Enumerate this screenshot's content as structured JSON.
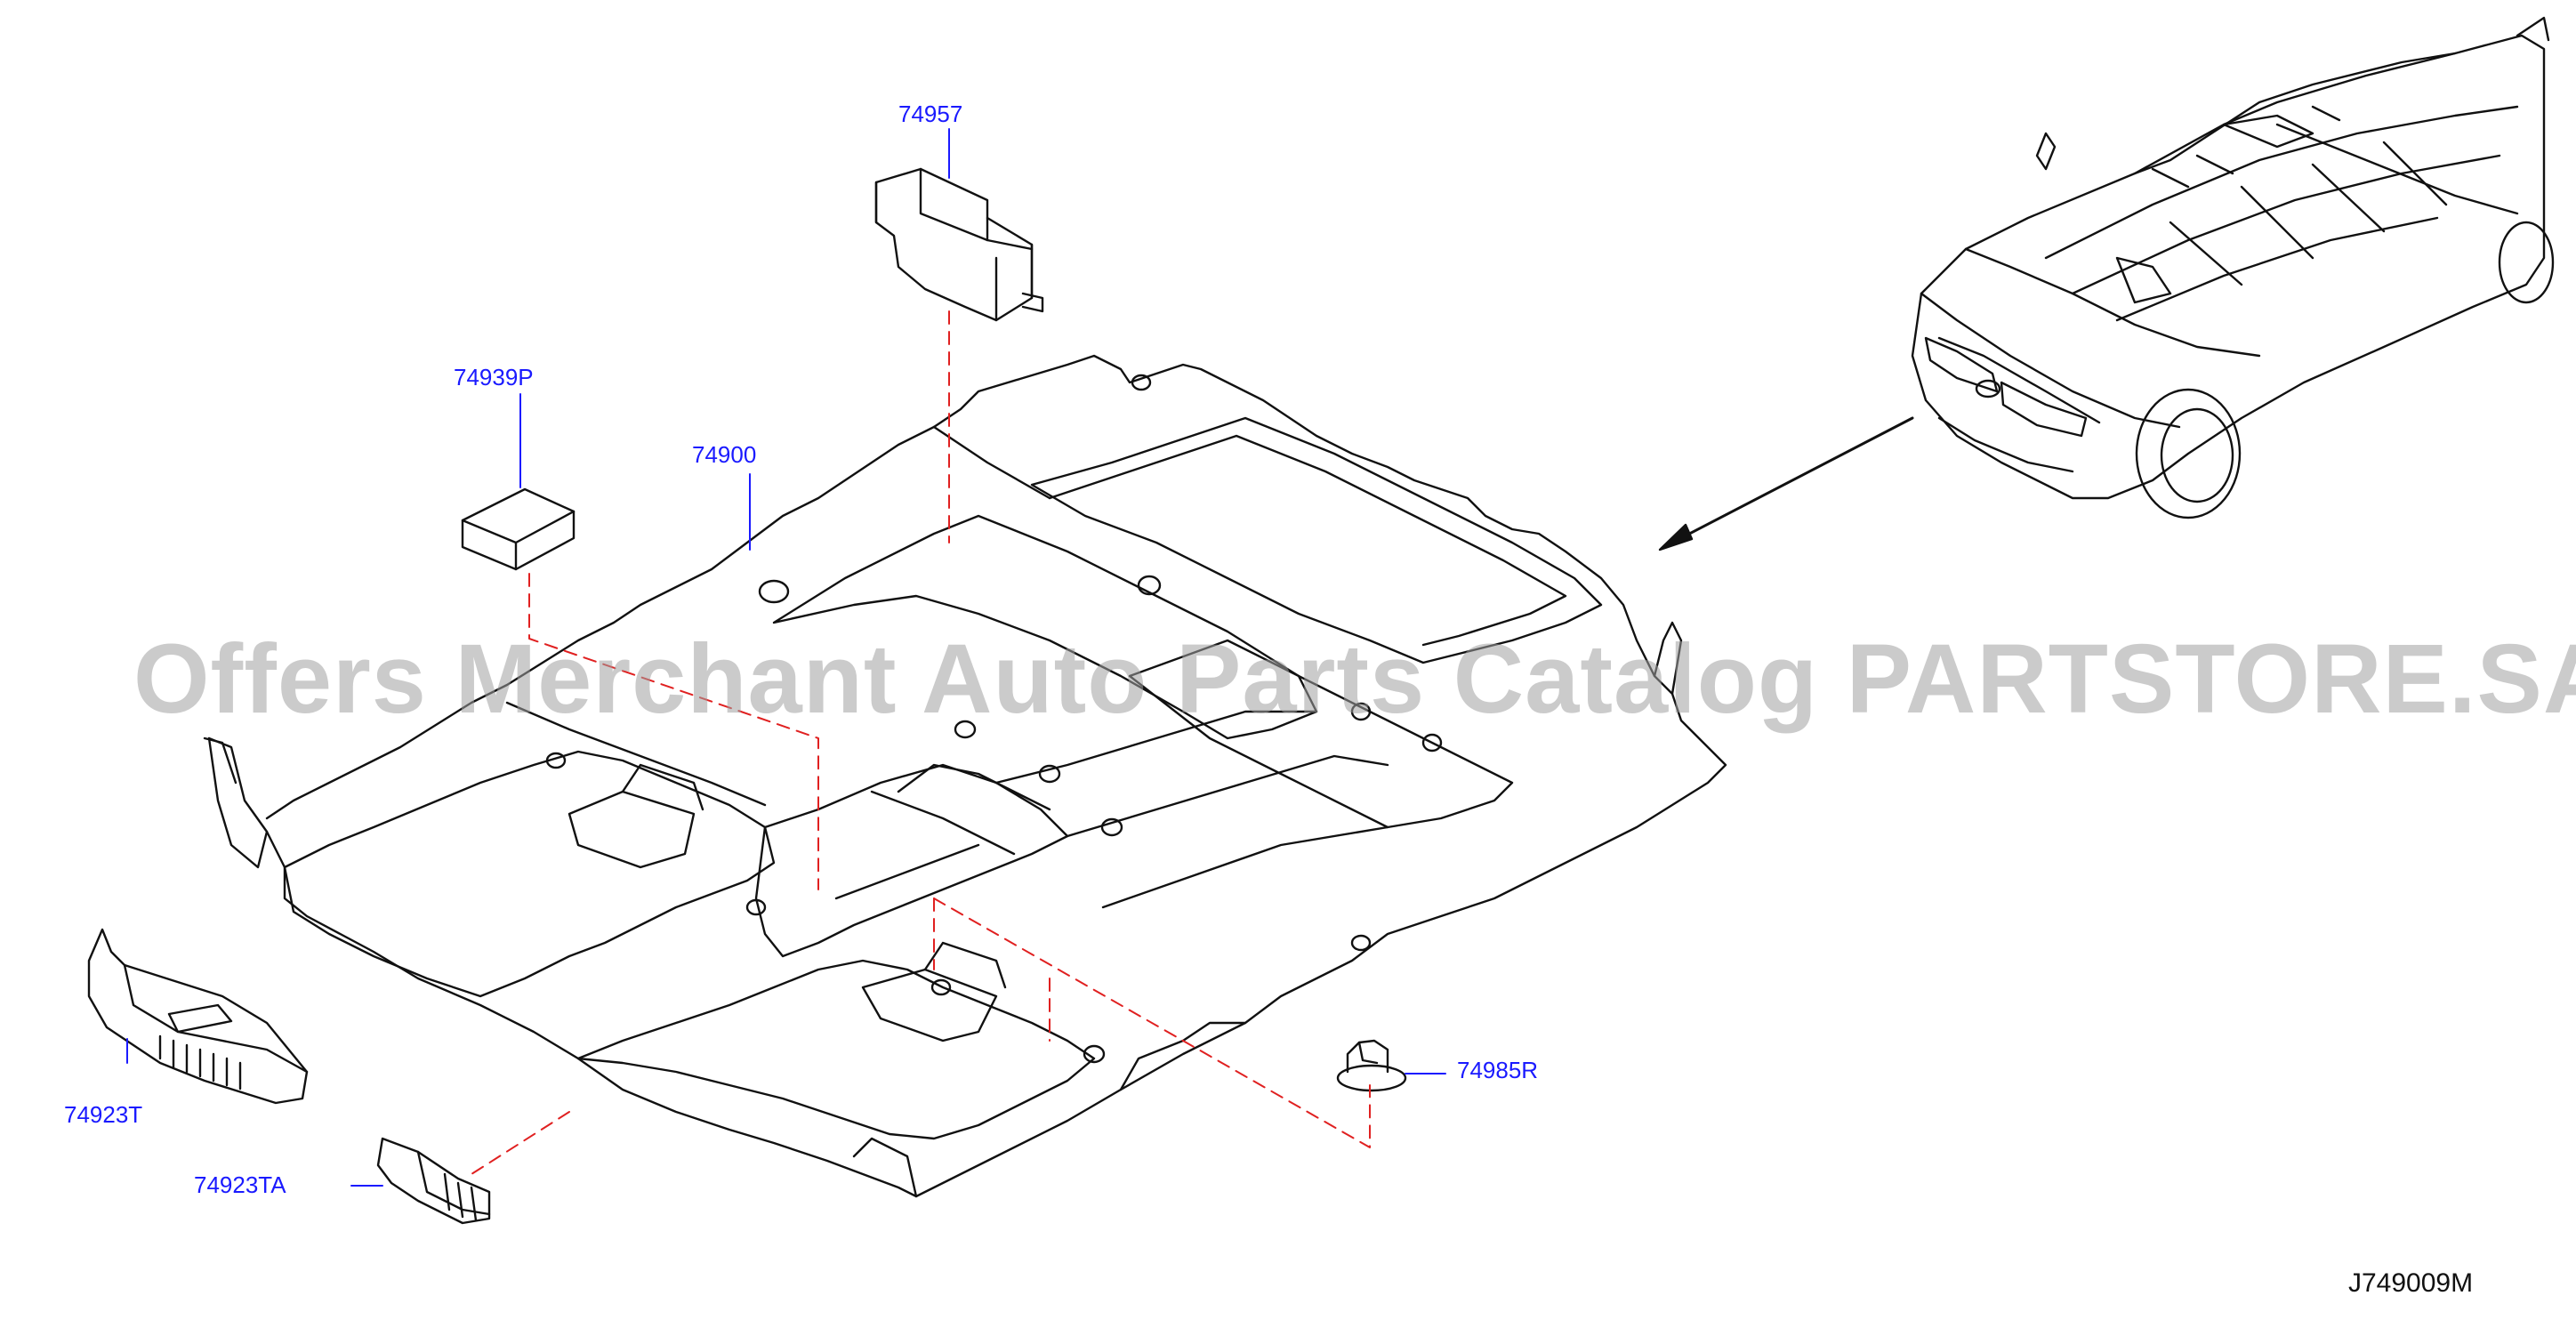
{
  "parts": [
    {
      "id": "p1",
      "number": "74957"
    },
    {
      "id": "p2",
      "number": "74939P"
    },
    {
      "id": "p3",
      "number": "74900"
    },
    {
      "id": "p4",
      "number": "74923T"
    },
    {
      "id": "p5",
      "number": "74923TA"
    },
    {
      "id": "p6",
      "number": "74985R"
    }
  ],
  "diagram_code": "J749009M",
  "watermark": "Offers Merchant Auto Parts Catalog PARTSTORE.SA",
  "colors": {
    "label": "#1a1aff",
    "leader": "#1a1aff",
    "dashed": "#e02020",
    "outline": "#111111"
  }
}
